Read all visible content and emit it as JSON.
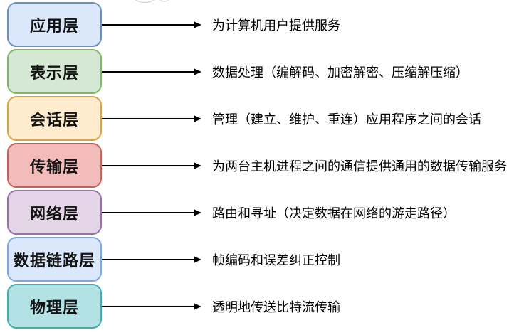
{
  "diagram": {
    "arrow_color": "#000000",
    "background": "#ffffff"
  },
  "layers": [
    {
      "label": "应用层",
      "description": "为计算机用户提供服务",
      "fill": "#dbe8fc",
      "stroke": "#6c8ebf"
    },
    {
      "label": "表示层",
      "description": "数据处理（编解码、加密解密、压缩解压缩）",
      "fill": "#d5e8d4",
      "stroke": "#82b366"
    },
    {
      "label": "会话层",
      "description": "管理（建立、维护、重连）应用程序之间的会话",
      "fill": "#ffeccf",
      "stroke": "#d8a44a"
    },
    {
      "label": "传输层",
      "description": "为两台主机进程之间的通信提供通用的数据传输服务",
      "fill": "#f2bcba",
      "stroke": "#c26360"
    },
    {
      "label": "网络层",
      "description": "路由和寻址（决定数据在网络的游走路径）",
      "fill": "#e3d4e6",
      "stroke": "#9673a6"
    },
    {
      "label": "数据链路层",
      "description": "帧编码和误差纠正控制",
      "fill": "#dbe8fc",
      "stroke": "#7ea6e0"
    },
    {
      "label": "物理层",
      "description": "透明地传送比特流传输",
      "fill": "#b3e2e4",
      "stroke": "#44acac"
    }
  ]
}
